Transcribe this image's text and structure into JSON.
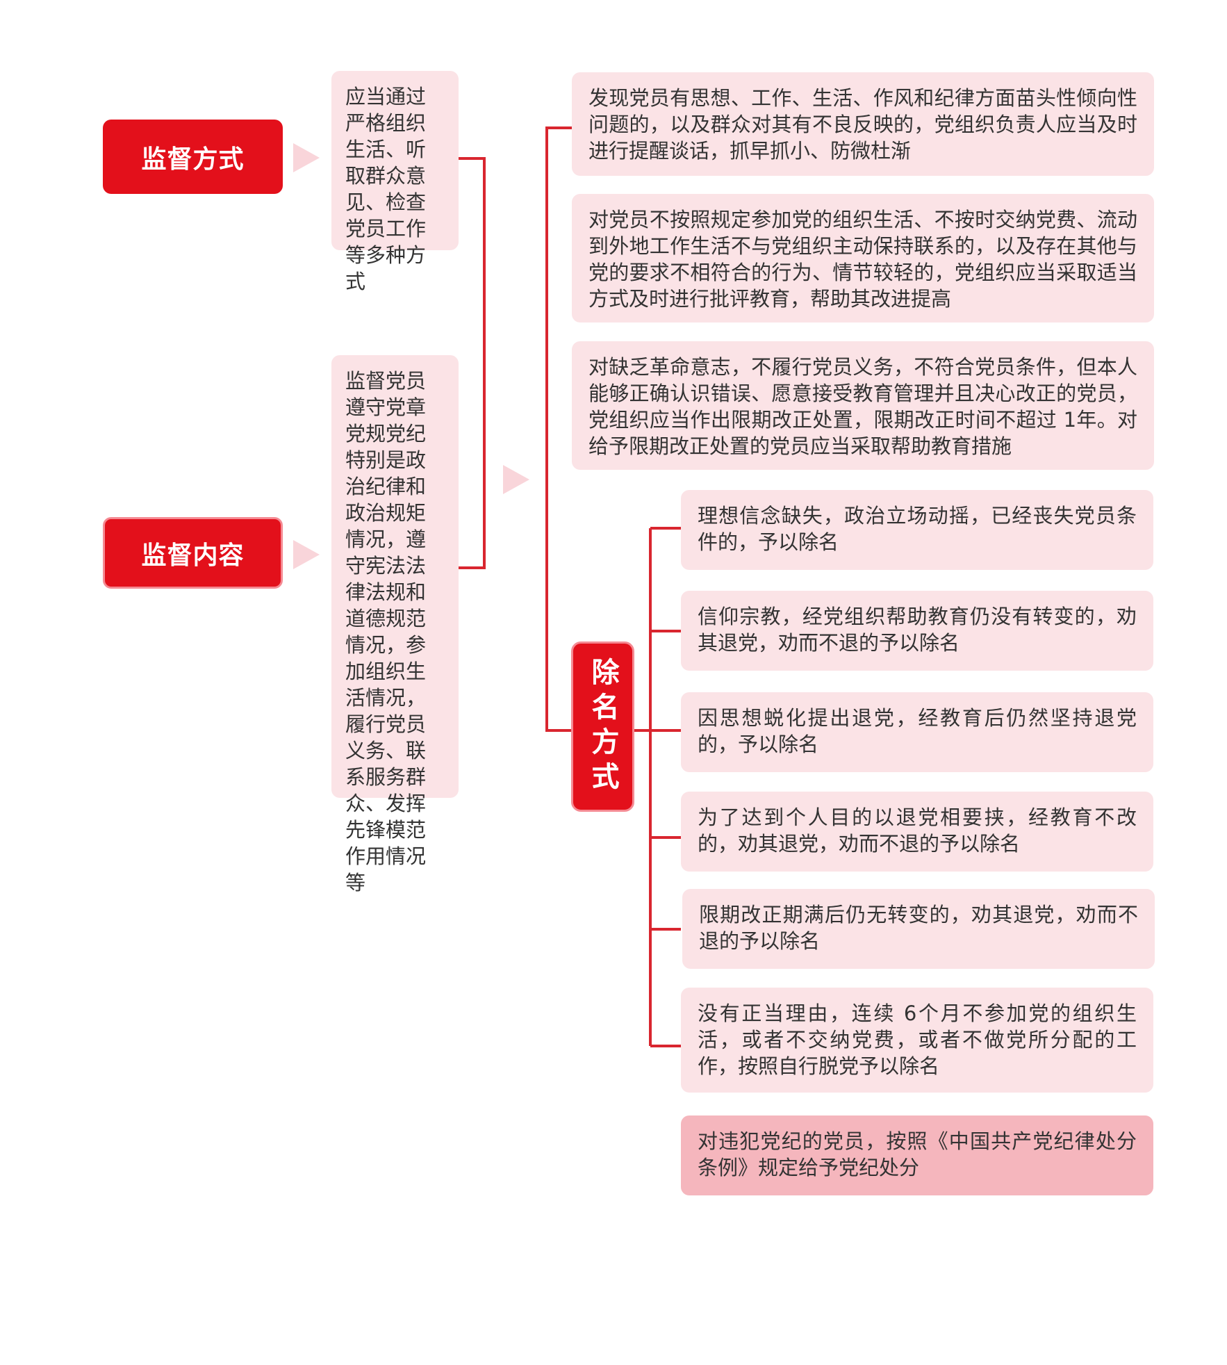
{
  "colors": {
    "accent": "#e3101b",
    "line": "#d9262f",
    "card": "#fbe3e6",
    "card_strong": "#f5b6bd",
    "arrow": "#f9d5da"
  },
  "left": {
    "method_title": "监督方式",
    "content_title": "监督内容",
    "method_text": "应当通过严格组织生活、听取群众意见、检查党员工作等多种方式",
    "content_text": "监督党员遵守党章党规党纪特别是政治纪律和政治规矩情况，遵守宪法法律法规和道德规范情况，参加组织生活情况，履行党员义务、联系服务群众、发挥先锋模范作用情况等"
  },
  "right": {
    "cards": [
      "发现党员有思想、工作、生活、作风和纪律方面苗头性倾向性问题的，以及群众对其有不良反映的，党组织负责人应当及时进行提醒谈话，抓早抓小、防微杜渐",
      "对党员不按照规定参加党的组织生活、不按时交纳党费、流动到外地工作生活不与党组织主动保持联系的，以及存在其他与党的要求不相符合的行为、情节较轻的，党组织应当采取适当方式及时进行批评教育，帮助其改进提高",
      "对缺乏革命意志，不履行党员义务，不符合党员条件，但本人能够正确认识错误、愿意接受教育管理并且决心改正的党员，党组织应当作出限期改正处置，限期改正时间不超过 1年。对给予限期改正处置的党员应当采取帮助教育措施"
    ],
    "removal_title": "除名方式",
    "removal_items": [
      "理想信念缺失，政治立场动摇，已经丧失党员条件的，予以除名",
      "信仰宗教，经党组织帮助教育仍没有转变的，劝其退党，劝而不退的予以除名",
      "因思想蜕化提出退党，经教育后仍然坚持退党的，予以除名",
      "为了达到个人目的以退党相要挟，经教育不改的，劝其退党，劝而不退的予以除名",
      "限期改正期满后仍无转变的，劝其退党，劝而不退的予以除名",
      "没有正当理由，连续 6个月不参加党的组织生活，或者不交纳党费，或者不做党所分配的工作，按照自行脱党予以除名"
    ],
    "final_card": "对违犯党纪的党员，按照《中国共产党纪律处分条例》规定给予党纪处分"
  }
}
